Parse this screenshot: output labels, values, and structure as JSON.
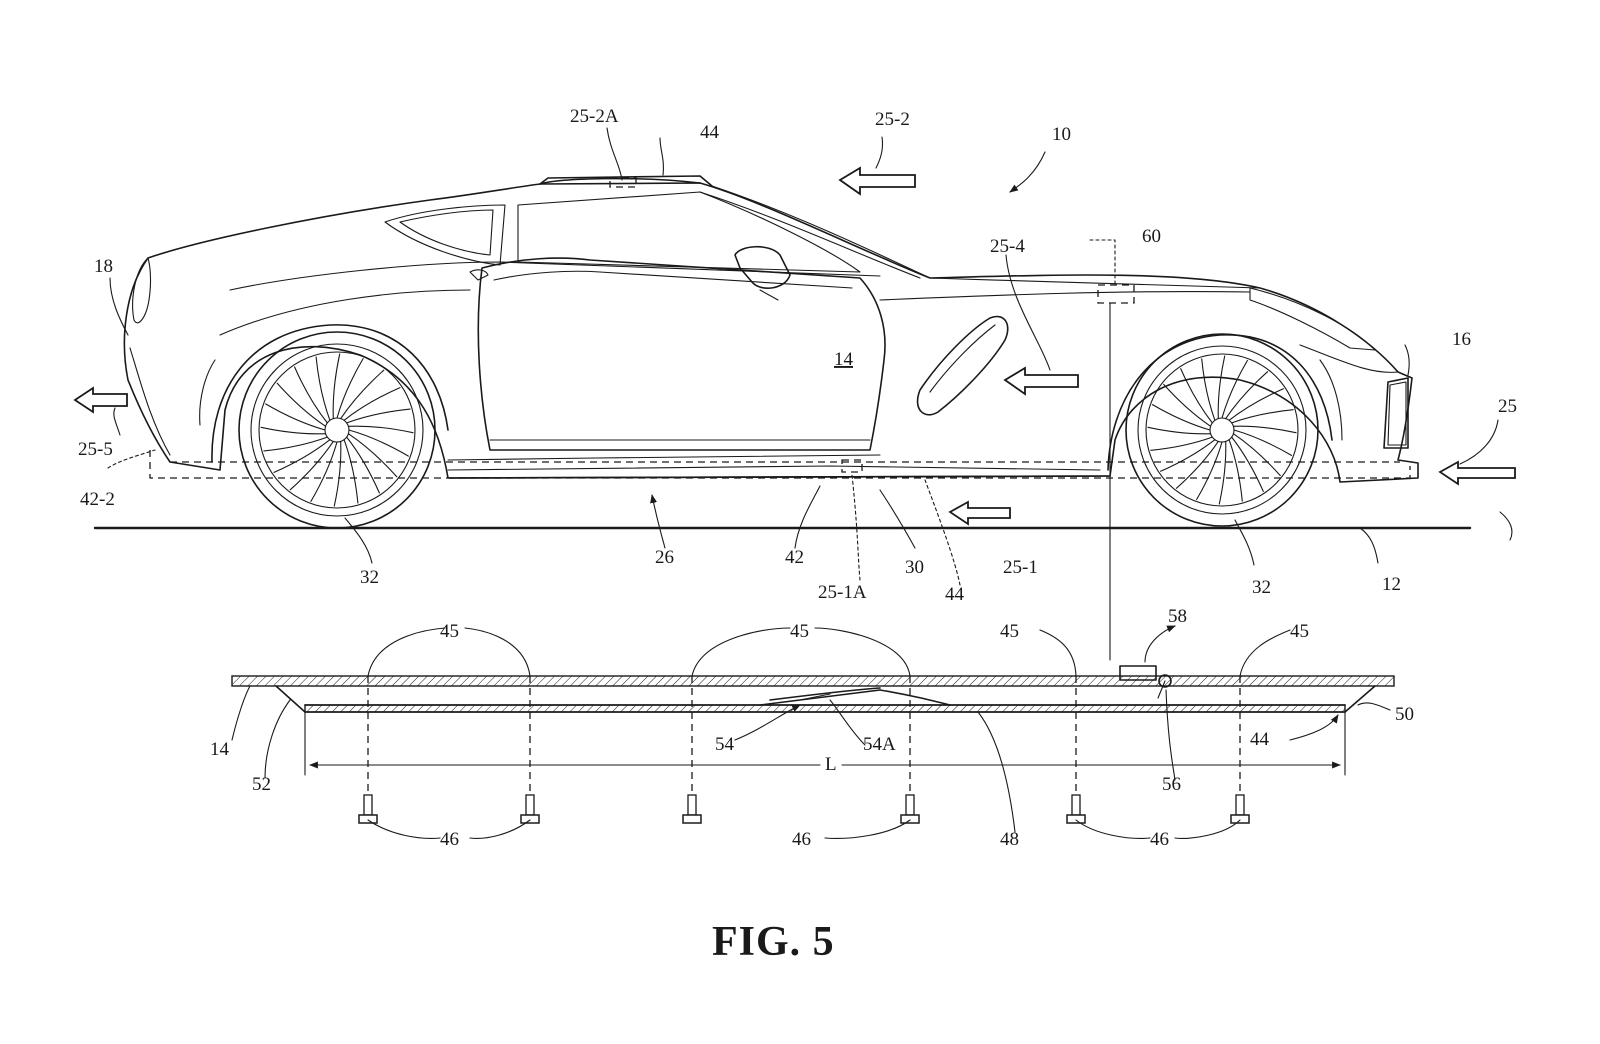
{
  "figure": {
    "caption": "FIG. 5",
    "reference_labels": {
      "vehicle": "10",
      "ground": "12",
      "body": "14",
      "front": "16",
      "rear": "18",
      "airflow": "25",
      "airflow_underbody": "25-1",
      "airflow_underbody_a": "25-1A",
      "airflow_roof": "25-2",
      "airflow_roof_a": "25-2A",
      "airflow_side": "25-4",
      "airflow_rear": "25-5",
      "underbody": "26",
      "underbody_gap": "30",
      "wheel_rear": "32",
      "wheel_front": "32",
      "panel": "42",
      "panel_rear": "42-2",
      "roof_panel": "44",
      "underbody_panel": "44",
      "section_panel": "44",
      "fastener_location_1": "45",
      "fastener_location_2": "45",
      "fastener_location_3": "45",
      "fastener_location_4": "45",
      "fasteners_1": "46",
      "fasteners_2": "46",
      "fasteners_3": "46",
      "lower_sheet": "48",
      "end_rear": "50",
      "end_front": "52",
      "channel": "54",
      "channel_a": "54A",
      "valve": "56",
      "actuator": "58",
      "controller": "60",
      "body_section": "14",
      "length": "L"
    }
  }
}
